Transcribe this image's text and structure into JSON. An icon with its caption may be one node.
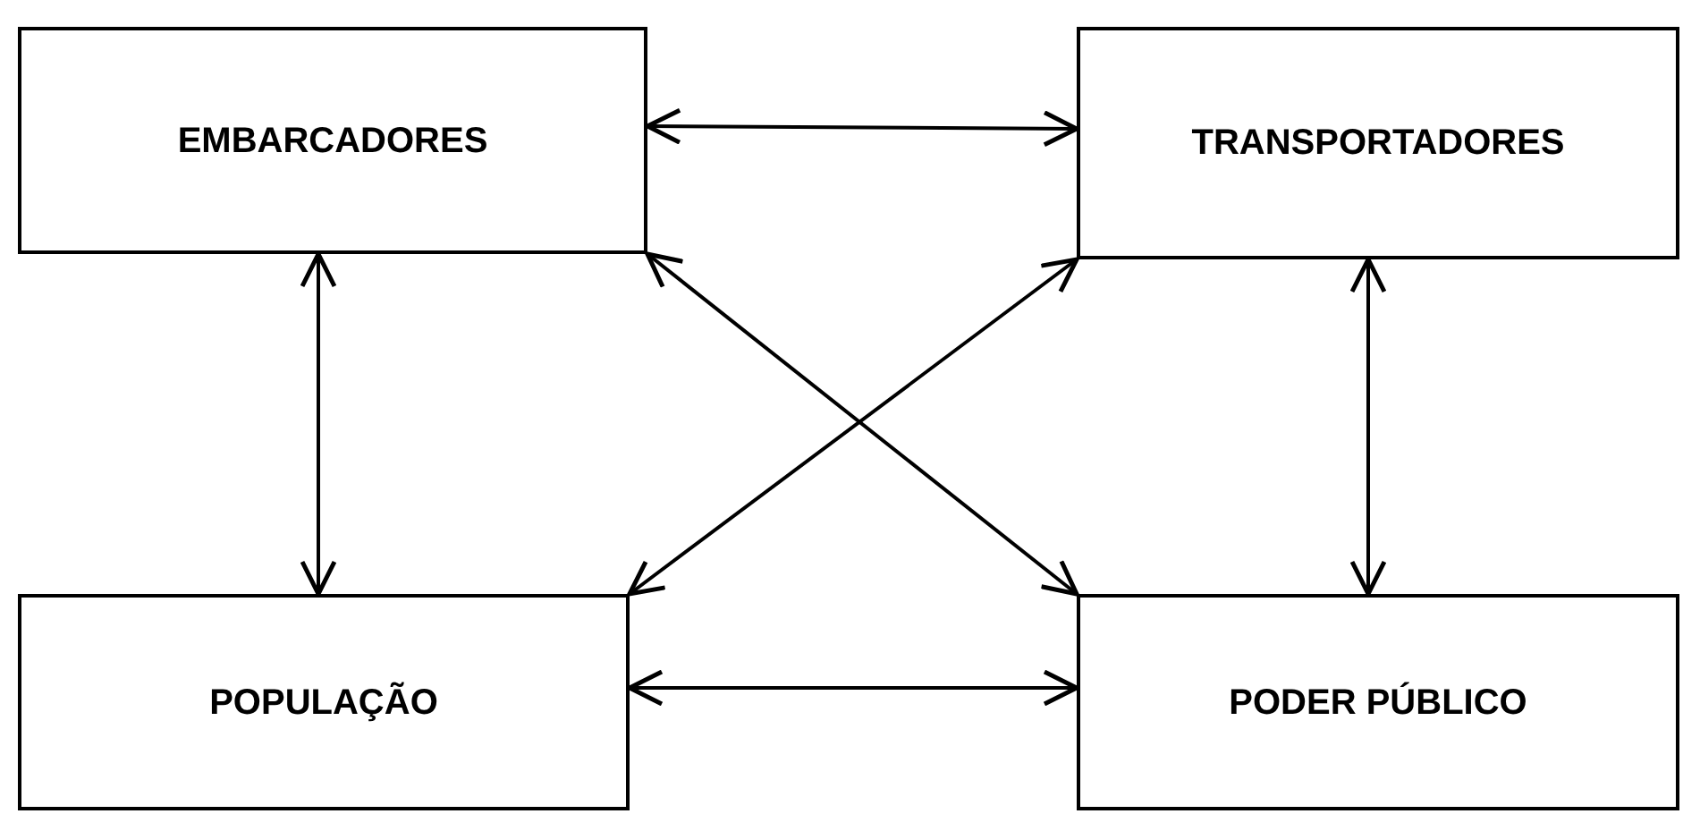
{
  "diagram": {
    "nodes": [
      {
        "text": [
          "EMBARCADORES"
        ]
      },
      {
        "text": [
          "TRANSPORTADORES"
        ]
      },
      {
        "text": [
          "POPULAÇÃO"
        ]
      },
      {
        "text": [
          "PODER PÚBLICO"
        ]
      }
    ],
    "edges": [
      {
        "from": 0,
        "to": 1,
        "arrow": "both"
      },
      {
        "from": 0,
        "to": 2,
        "arrow": "both"
      },
      {
        "from": 0,
        "to": 3,
        "arrow": "both"
      },
      {
        "from": 1,
        "to": 2,
        "arrow": "both"
      },
      {
        "from": 1,
        "to": 3,
        "arrow": "both"
      },
      {
        "from": 2,
        "to": 3,
        "arrow": "both"
      }
    ]
  }
}
